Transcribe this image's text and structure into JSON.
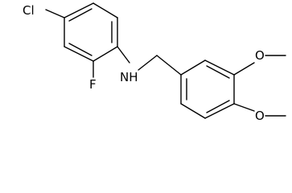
{
  "molecule": {
    "atoms": {
      "chlorine": "Cl",
      "fluorine": "F",
      "amine": "NH",
      "methoxy_oxygen_top": "O",
      "methoxy_oxygen_bottom": "O"
    }
  }
}
